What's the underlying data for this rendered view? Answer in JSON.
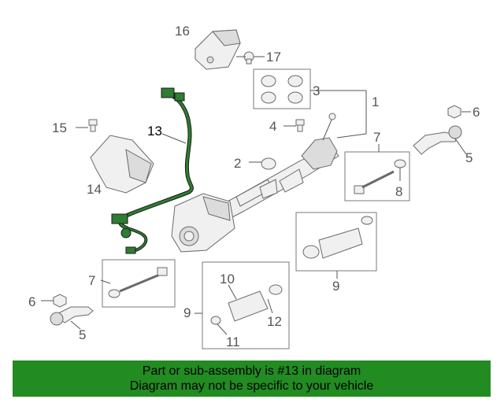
{
  "callouts": [
    {
      "id": "c1",
      "text": "1"
    },
    {
      "id": "c2",
      "text": "2"
    },
    {
      "id": "c3",
      "text": "3"
    },
    {
      "id": "c4",
      "text": "4"
    },
    {
      "id": "c5a",
      "text": "5"
    },
    {
      "id": "c5b",
      "text": "5"
    },
    {
      "id": "c6a",
      "text": "6"
    },
    {
      "id": "c6b",
      "text": "6"
    },
    {
      "id": "c7a",
      "text": "7"
    },
    {
      "id": "c7b",
      "text": "7"
    },
    {
      "id": "c8",
      "text": "8"
    },
    {
      "id": "c9a",
      "text": "9"
    },
    {
      "id": "c9b",
      "text": "9"
    },
    {
      "id": "c10",
      "text": "10"
    },
    {
      "id": "c11",
      "text": "11"
    },
    {
      "id": "c12",
      "text": "12"
    },
    {
      "id": "c13",
      "text": "13"
    },
    {
      "id": "c14",
      "text": "14"
    },
    {
      "id": "c15",
      "text": "15"
    },
    {
      "id": "c16",
      "text": "16"
    },
    {
      "id": "c17",
      "text": "17"
    }
  ],
  "banner": {
    "line1": "Part or sub-assembly is #13 in diagram",
    "line2": "Diagram may not be specific to your vehicle"
  },
  "colors": {
    "highlight": "#2e7d32",
    "banner_bg": "#228b22",
    "line_art": "#6a6a6a"
  }
}
